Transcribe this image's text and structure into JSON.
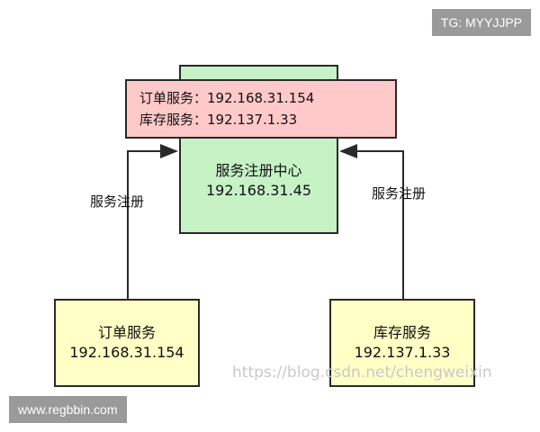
{
  "badge_tg": "TG: MYYJJPP",
  "badge_site": "www.regbbin.com",
  "watermark": "https://blog.csdn.net/chengweixin",
  "registry": {
    "title": "服务注册中心",
    "ip": "192.168.31.45"
  },
  "registry_table": {
    "line1": "订单服务：192.168.31.154",
    "line2": "库存服务：192.137.1.33"
  },
  "order_service": {
    "title": "订单服务",
    "ip": "192.168.31.154"
  },
  "stock_service": {
    "title": "库存服务",
    "ip": "192.137.1.33"
  },
  "edge_label_left": "服务注册",
  "edge_label_right": "服务注册",
  "colors": {
    "registry": "#c6f2c6",
    "popup": "#ffc9c9",
    "service": "#ffffc6",
    "line": "#2a2a2a",
    "badge": "#9a9a9a"
  }
}
